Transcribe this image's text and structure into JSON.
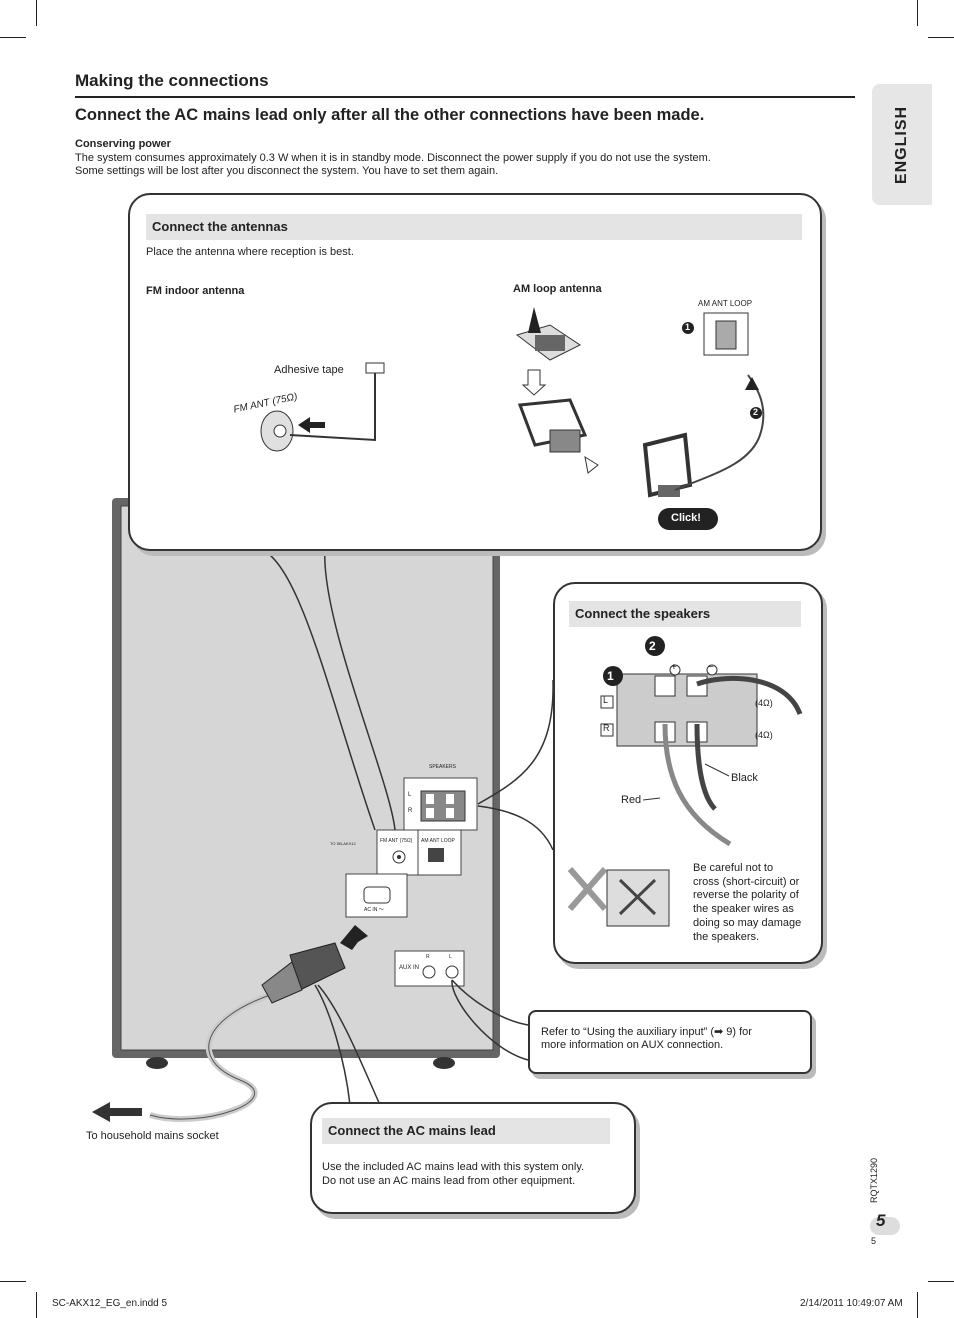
{
  "heading": "Making the connections",
  "warning": "Connect the AC mains lead only after all the other connections have been made.",
  "conserving": {
    "title": "Conserving power",
    "line1": "The system consumes approximately 0.3 W when it is in standby mode. Disconnect the power supply if you do not use the system.",
    "line2": "Some settings will be lost after you disconnect the system. You have to set them again."
  },
  "side_tab": "ENGLISH",
  "antennas": {
    "title": "Connect the antennas",
    "note": "Place the antenna where reception is best.",
    "fm_label": "FM indoor antenna",
    "am_label": "AM loop antenna",
    "adhesive": "Adhesive tape",
    "fm_ant": "FM ANT (75Ω)",
    "am_ant": "AM ANT LOOP",
    "click": "Click!",
    "step1": "1",
    "step2": "2"
  },
  "speakers": {
    "title": "Connect the speakers",
    "red": "Red",
    "black": "Black",
    "l": "L",
    "r": "R",
    "ohm1": "(4Ω)",
    "ohm2": "(4Ω)",
    "plus": "+",
    "minus": "−",
    "step1": "1",
    "step2": "2",
    "warn1": "Be careful not to",
    "warn2": "cross (short-circuit) or",
    "warn3": "reverse the polarity of",
    "warn4": "the speaker wires as",
    "warn5": "doing so may damage",
    "warn6": "the speakers."
  },
  "unit": {
    "speakers": "SPEAKERS",
    "fm": "FM ANT (75Ω)",
    "am": "AM ANT LOOP",
    "ac": "AC IN ～",
    "aux": "AUX IN",
    "aux_r": "R",
    "aux_l": "L",
    "to": "TO SB-AKX12",
    "l": "L",
    "r": "R"
  },
  "aux": {
    "line1": "Refer to “Using the auxiliary input” (➡ 9) for",
    "line2": "more information on AUX connection."
  },
  "mains": {
    "title": "Connect the AC mains lead",
    "line1": "Use the included AC mains lead with this system only.",
    "line2": "Do not use an AC mains lead from other equipment.",
    "socket": "To household mains socket"
  },
  "page": {
    "code": "RQTX1290",
    "number": "5",
    "number_small": "5",
    "footer_left": "SC-AKX12_EG_en.indd   5",
    "footer_right": "2/14/2011   10:49:07 AM"
  }
}
